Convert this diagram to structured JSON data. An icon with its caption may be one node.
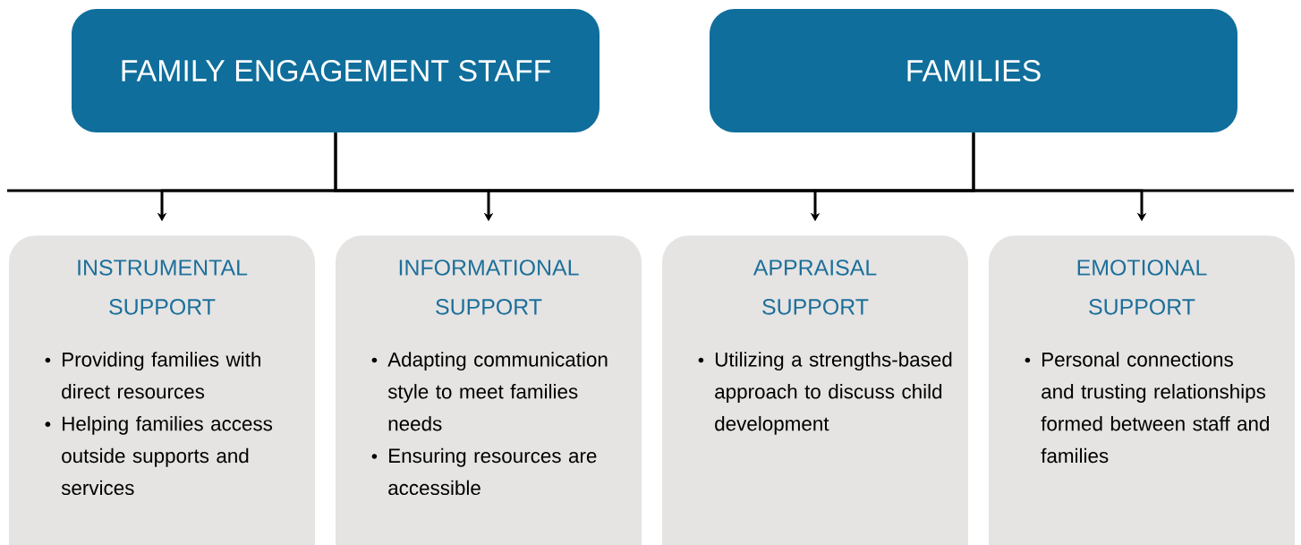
{
  "diagram": {
    "nodes": [
      {
        "text": [
          "FAMILY ENGAGEMENT STAFF"
        ]
      },
      {
        "text": [
          "FAMILIES"
        ]
      },
      {
        "text": [
          "INSTRUMENTAL SUPPORT",
          "Providing families with direct resources",
          "Helping families access outside supports and services"
        ]
      },
      {
        "text": [
          "INFORMATIONAL SUPPORT",
          "Adapting communication style to meet families needs",
          "Ensuring resources are accessible"
        ]
      },
      {
        "text": [
          "APPRAISAL SUPPORT",
          "Utilizing a strengths-based approach to discuss child development"
        ]
      },
      {
        "text": [
          "EMOTIONAL SUPPORT",
          "Personal connections and trusting relationships formed between staff and families"
        ]
      }
    ],
    "edges": [
      {
        "from": 0,
        "to": 2,
        "arrow": "to"
      },
      {
        "from": 0,
        "to": 3,
        "arrow": "to"
      },
      {
        "from": 0,
        "to": 4,
        "arrow": "to"
      },
      {
        "from": 0,
        "to": 5,
        "arrow": "to"
      },
      {
        "from": 1,
        "to": 2,
        "arrow": "to"
      },
      {
        "from": 1,
        "to": 3,
        "arrow": "to"
      },
      {
        "from": 1,
        "to": 4,
        "arrow": "to"
      },
      {
        "from": 1,
        "to": 5,
        "arrow": "to"
      }
    ]
  }
}
